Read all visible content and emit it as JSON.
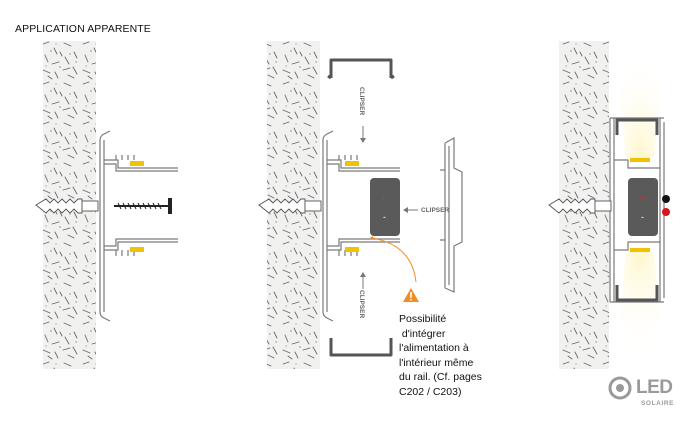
{
  "header": {
    "title": "APPLICATION APPARENTE"
  },
  "labels": {
    "clip_top": "CLIPSER",
    "clip_right": "CLIPSER",
    "clip_bottom": "CLIPSER",
    "plus": "+",
    "minus": "-"
  },
  "note": {
    "lines": [
      "Possibilité",
      " d'intégrer",
      "l'alimentation à",
      "l'intérieur même",
      "du rail. (Cf. pages",
      "C202 / C203)"
    ]
  },
  "logo": {
    "name": "LED",
    "tagline": "SOLAIRE"
  },
  "colors": {
    "wall_fill": "#f1f1ef",
    "profile_stroke": "#7a7a7a",
    "led_chip": "#f2c200",
    "driver": "#5a5a5a",
    "plus_red": "#e8262a",
    "warning": "#f28c28",
    "light_glow": "#fbf3c4",
    "indicator_black": "#111111",
    "indicator_red": "#d6141e"
  },
  "icons": [
    "warning-triangle-icon",
    "arrow-down-icon",
    "arrow-up-icon",
    "arrow-left-icon",
    "screw-icon",
    "wall-plug-icon",
    "led-solaire-logo-icon"
  ]
}
